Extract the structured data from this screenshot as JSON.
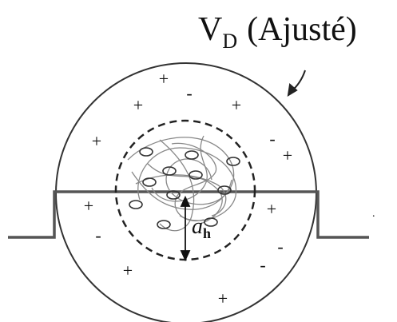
{
  "diagram": {
    "volume_label": {
      "main": "V",
      "subscript": "D",
      "qualifier": "(Ajusté)"
    },
    "radius_label": {
      "main": "a",
      "subscript": "h"
    },
    "charge_symbols": {
      "positive": "+",
      "negative": "-"
    },
    "colors": {
      "line": "#333333",
      "text": "#111111",
      "background": "#ffffff"
    }
  }
}
